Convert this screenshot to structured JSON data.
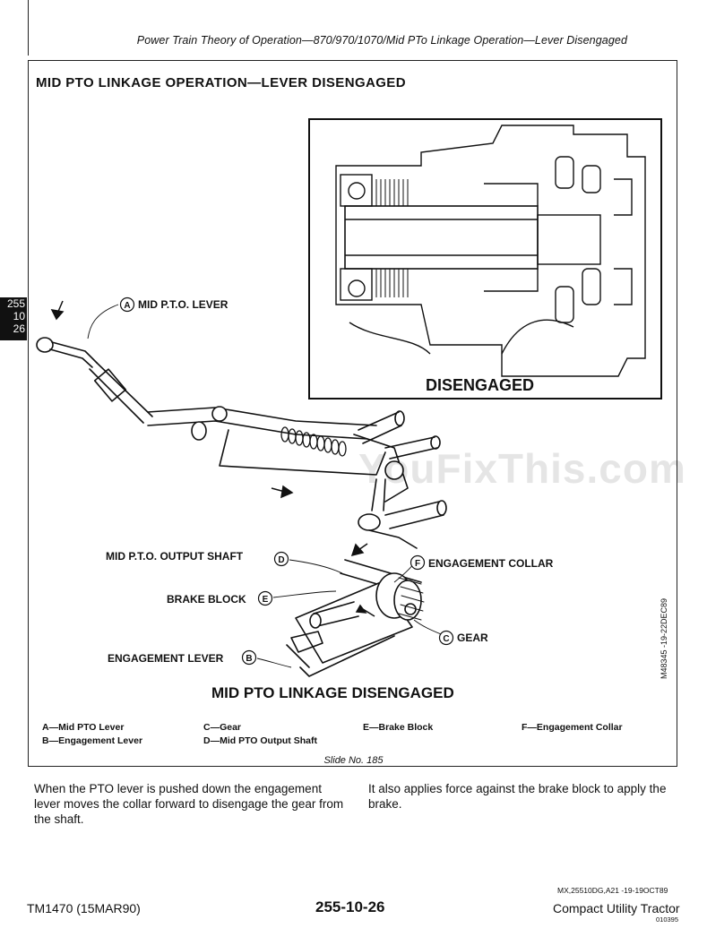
{
  "header": {
    "running_title": "Power Train Theory of Operation—870/970/1070/Mid PTo Linkage Operation—Lever Disengaged"
  },
  "section_title": "MID PTO LINKAGE OPERATION—LEVER DISENGAGED",
  "side_tab": [
    "255",
    "10",
    "26"
  ],
  "figure": {
    "inset_caption": "DISENGAGED",
    "main_caption": "MID PTO LINKAGE DISENGAGED",
    "callouts": {
      "A": {
        "letter": "A",
        "label": "MID P.T.O. LEVER"
      },
      "B": {
        "letter": "B",
        "label": "ENGAGEMENT LEVER"
      },
      "C": {
        "letter": "C",
        "label": "GEAR"
      },
      "D": {
        "letter": "D",
        "label": "MID P.T.O. OUTPUT SHAFT"
      },
      "E": {
        "letter": "E",
        "label": "BRAKE BLOCK"
      },
      "F": {
        "letter": "F",
        "label": "ENGAGEMENT COLLAR"
      }
    },
    "vertical_code": "M48345  -19-22DEC89",
    "watermark": "YouFixThis.com"
  },
  "legend": {
    "a": "A—Mid PTO Lever",
    "b": "B—Engagement Lever",
    "c": "C—Gear",
    "d": "D—Mid PTO Output Shaft",
    "e": "E—Brake Block",
    "f": "F—Engagement Collar"
  },
  "slide_no": "Slide No. 185",
  "body": {
    "left": "When the PTO lever is pushed down the engagement lever moves the collar forward to disengage the gear from the shaft.",
    "right": "It also applies force against the brake block to apply the brake."
  },
  "doc_id": "MX,25510DG,A21 -19-19OCT89",
  "footer": {
    "left": "TM1470 (15MAR90)",
    "center": "255-10-26",
    "right": "Compact Utility Tractor",
    "code": "010395"
  }
}
